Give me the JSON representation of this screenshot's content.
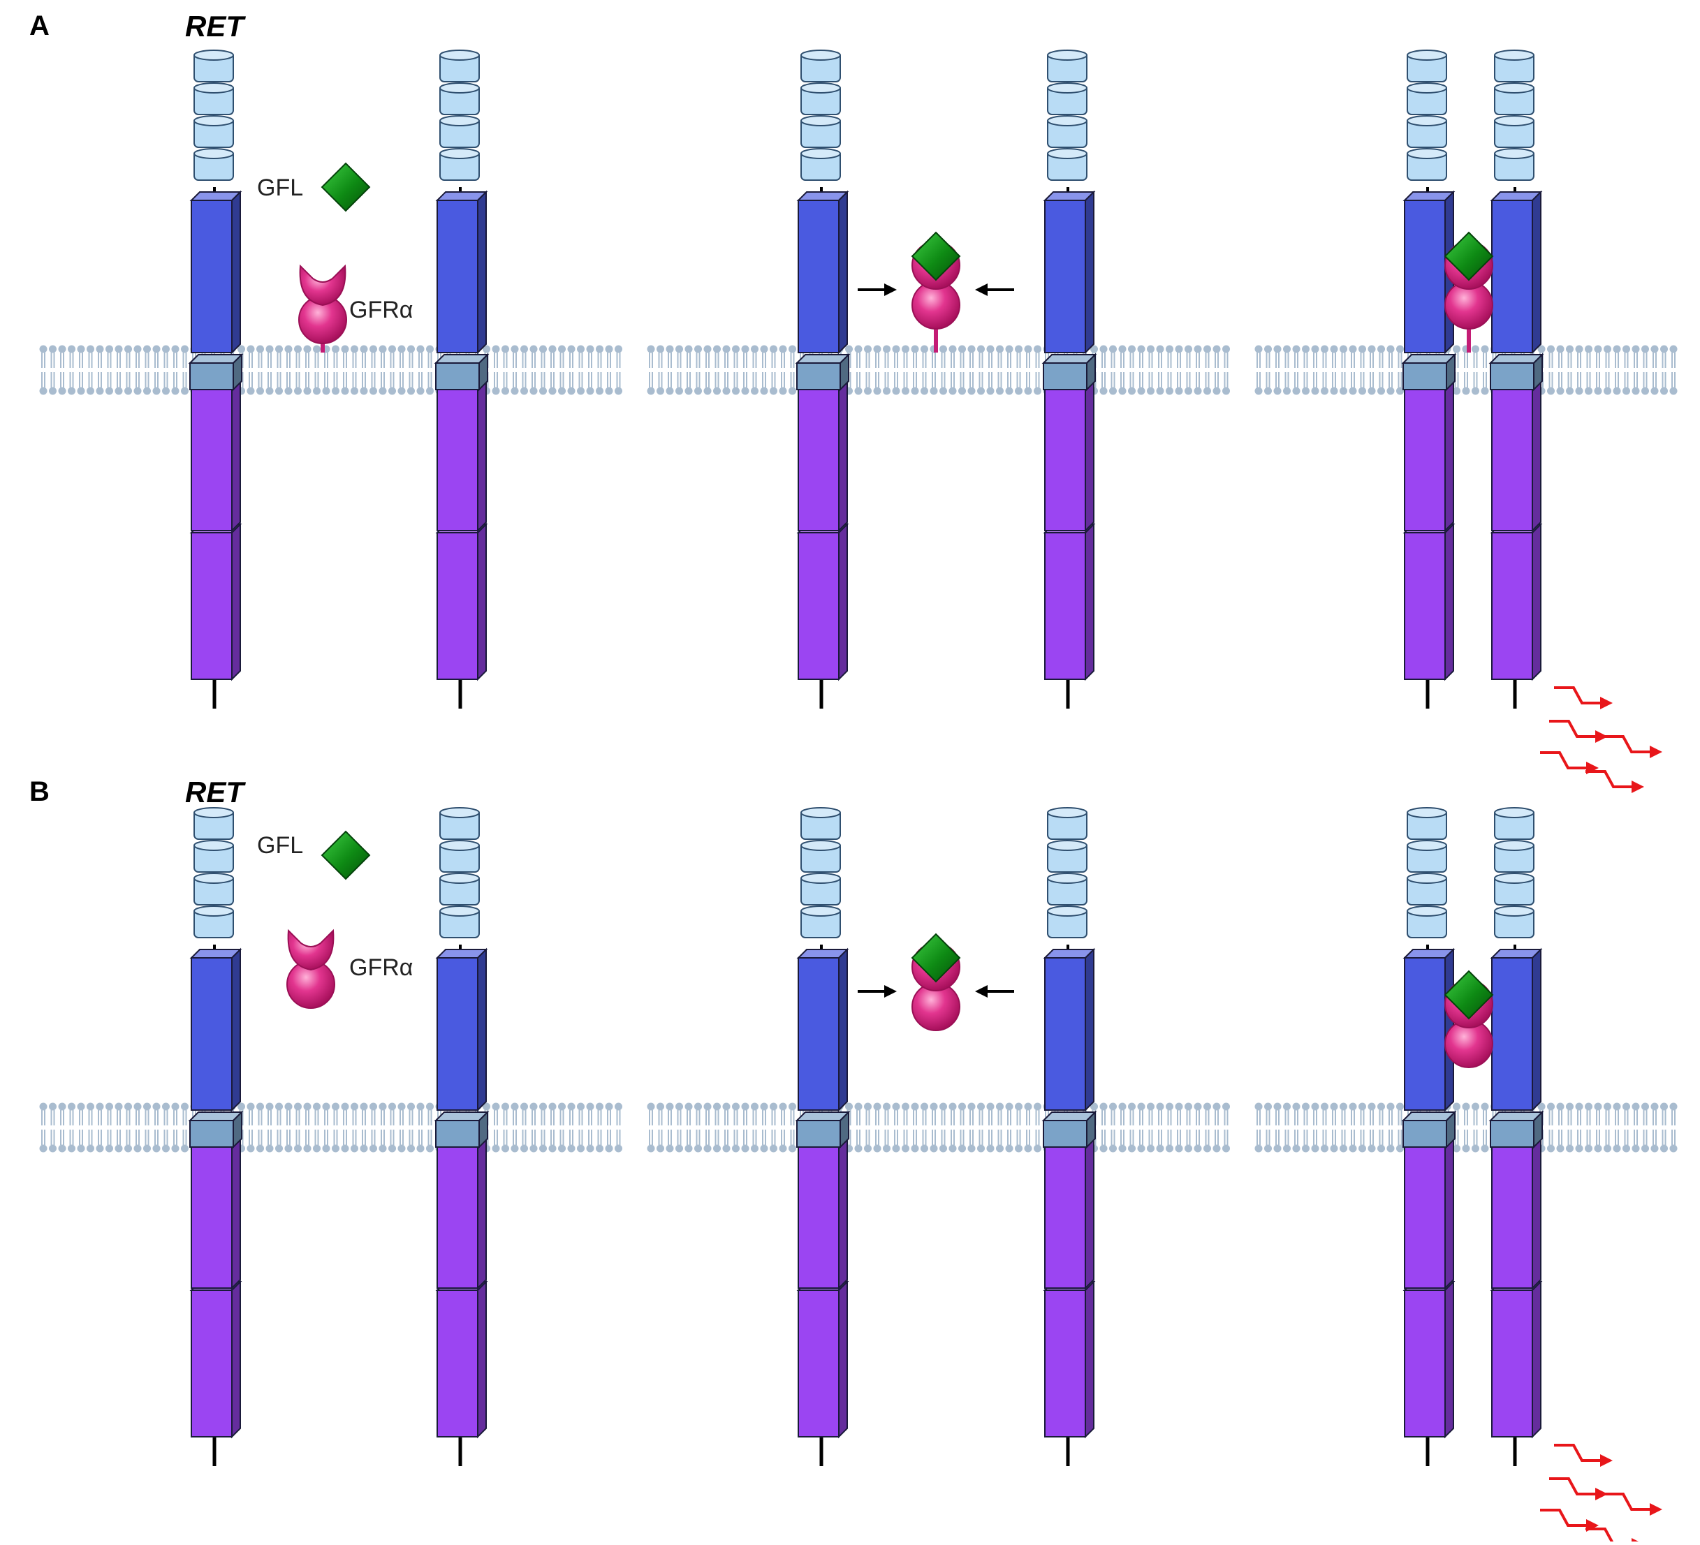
{
  "labels": {
    "panel_a": "A",
    "panel_b": "B",
    "receptor": "RET",
    "ligand": "GFL",
    "coreceptor": "GFRα"
  },
  "colors": {
    "cadherin_fill": "#b9dcf5",
    "cadherin_stroke": "#2f4f6f",
    "cysteine_rich": "#4a5ae0",
    "transmembrane": "#7ba3c8",
    "kinase": "#9b45f2",
    "gfl": "#0e8a14",
    "gfra": "#e2358f",
    "membrane": "#a9bccf",
    "signal_arrow": "#e8161a",
    "arrow": "#000000"
  },
  "panels": [
    {
      "id": "A",
      "gfra_anchored_to_membrane": true,
      "stages": [
        "separate-components",
        "gfl-gfra-complex-recruits-ret",
        "ret-dimer-signaling"
      ]
    },
    {
      "id": "B",
      "gfra_anchored_to_membrane": false,
      "stages": [
        "separate-components",
        "gfl-gfra-complex-recruits-ret",
        "ret-dimer-signaling"
      ]
    }
  ]
}
